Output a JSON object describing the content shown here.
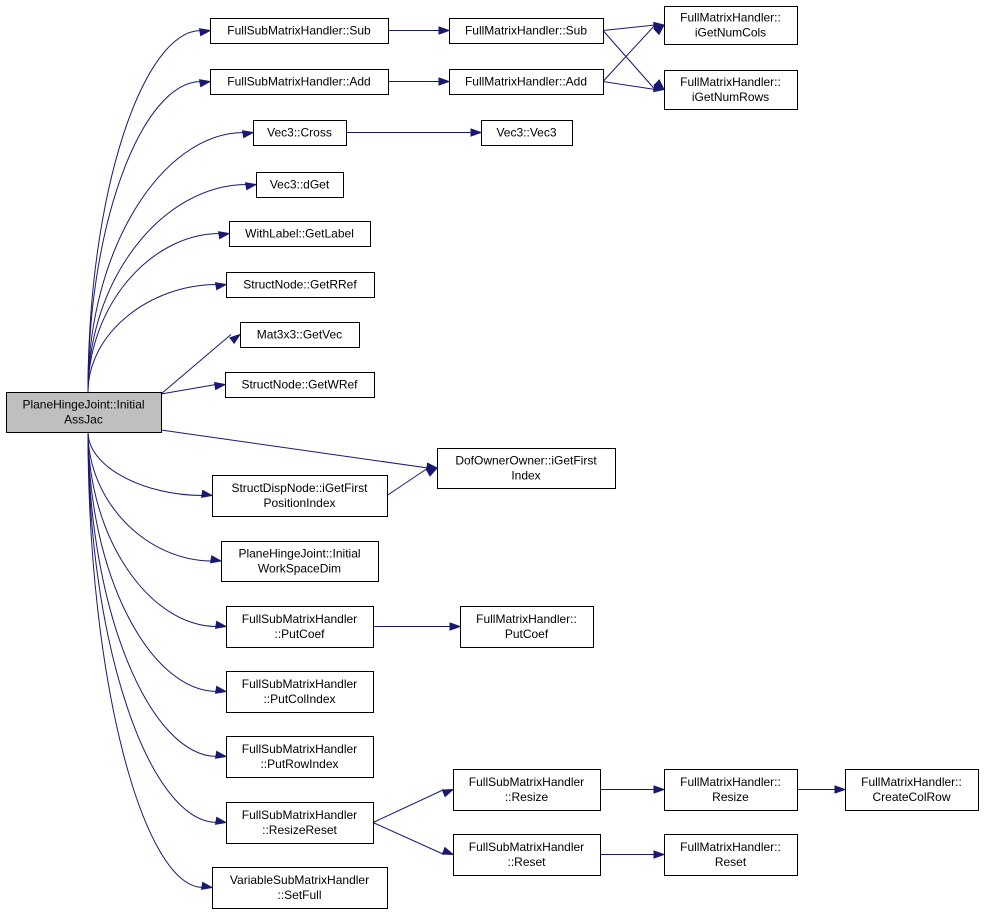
{
  "nodes": [
    {
      "id": "root",
      "lines": [
        "PlaneHingeJoint::Initial",
        "AssJac"
      ]
    },
    {
      "id": "fsub_sub",
      "lines": [
        "FullSubMatrixHandler::Sub"
      ]
    },
    {
      "id": "fsub_add",
      "lines": [
        "FullSubMatrixHandler::Add"
      ]
    },
    {
      "id": "vec3_cross",
      "lines": [
        "Vec3::Cross"
      ]
    },
    {
      "id": "vec3_dget",
      "lines": [
        "Vec3::dGet"
      ]
    },
    {
      "id": "withlabel_getlabel",
      "lines": [
        "WithLabel::GetLabel"
      ]
    },
    {
      "id": "structnode_getrref",
      "lines": [
        "StructNode::GetRRef"
      ]
    },
    {
      "id": "mat3x3_getvec",
      "lines": [
        "Mat3x3::GetVec"
      ]
    },
    {
      "id": "structnode_getwref",
      "lines": [
        "StructNode::GetWRef"
      ]
    },
    {
      "id": "structdispnode_igetfirst",
      "lines": [
        "StructDispNode::iGetFirst",
        "PositionIndex"
      ]
    },
    {
      "id": "planehinge_initialworkspace",
      "lines": [
        "PlaneHingeJoint::Initial",
        "WorkSpaceDim"
      ]
    },
    {
      "id": "fsub_putcoef",
      "lines": [
        "FullSubMatrixHandler",
        "::PutCoef"
      ]
    },
    {
      "id": "fsub_putcolindex",
      "lines": [
        "FullSubMatrixHandler",
        "::PutColIndex"
      ]
    },
    {
      "id": "fsub_putrowindex",
      "lines": [
        "FullSubMatrixHandler",
        "::PutRowIndex"
      ]
    },
    {
      "id": "fsub_resizereset",
      "lines": [
        "FullSubMatrixHandler",
        "::ResizeReset"
      ]
    },
    {
      "id": "varsub_setfull",
      "lines": [
        "VariableSubMatrixHandler",
        "::SetFull"
      ]
    },
    {
      "id": "fmh_sub",
      "lines": [
        "FullMatrixHandler::Sub"
      ]
    },
    {
      "id": "fmh_add",
      "lines": [
        "FullMatrixHandler::Add"
      ]
    },
    {
      "id": "vec3_vec3",
      "lines": [
        "Vec3::Vec3"
      ]
    },
    {
      "id": "dofowner_igetfirst",
      "lines": [
        "DofOwnerOwner::iGetFirst",
        "Index"
      ]
    },
    {
      "id": "fmh_putcoef",
      "lines": [
        "FullMatrixHandler::",
        "PutCoef"
      ]
    },
    {
      "id": "fsub_resize",
      "lines": [
        "FullSubMatrixHandler",
        "::Resize"
      ]
    },
    {
      "id": "fsub_reset",
      "lines": [
        "FullSubMatrixHandler",
        "::Reset"
      ]
    },
    {
      "id": "fmh_igetnumcols",
      "lines": [
        "FullMatrixHandler::",
        "iGetNumCols"
      ]
    },
    {
      "id": "fmh_igetnumrows",
      "lines": [
        "FullMatrixHandler::",
        "iGetNumRows"
      ]
    },
    {
      "id": "fmh_resize",
      "lines": [
        "FullMatrixHandler::",
        "Resize"
      ]
    },
    {
      "id": "fmh_reset",
      "lines": [
        "FullMatrixHandler::",
        "Reset"
      ]
    },
    {
      "id": "fmh_createcolrow",
      "lines": [
        "FullMatrixHandler::",
        "CreateColRow"
      ]
    }
  ],
  "edges": [
    [
      "root",
      "fsub_sub"
    ],
    [
      "root",
      "fsub_add"
    ],
    [
      "root",
      "vec3_cross"
    ],
    [
      "root",
      "vec3_dget"
    ],
    [
      "root",
      "withlabel_getlabel"
    ],
    [
      "root",
      "structnode_getrref"
    ],
    [
      "root",
      "mat3x3_getvec"
    ],
    [
      "root",
      "structnode_getwref"
    ],
    [
      "root",
      "dofowner_igetfirst"
    ],
    [
      "root",
      "structdispnode_igetfirst"
    ],
    [
      "root",
      "planehinge_initialworkspace"
    ],
    [
      "root",
      "fsub_putcoef"
    ],
    [
      "root",
      "fsub_putcolindex"
    ],
    [
      "root",
      "fsub_putrowindex"
    ],
    [
      "root",
      "fsub_resizereset"
    ],
    [
      "root",
      "varsub_setfull"
    ],
    [
      "fsub_sub",
      "fmh_sub"
    ],
    [
      "fsub_add",
      "fmh_add"
    ],
    [
      "fmh_sub",
      "fmh_igetnumcols"
    ],
    [
      "fmh_sub",
      "fmh_igetnumrows"
    ],
    [
      "fmh_add",
      "fmh_igetnumcols"
    ],
    [
      "fmh_add",
      "fmh_igetnumrows"
    ],
    [
      "vec3_cross",
      "vec3_vec3"
    ],
    [
      "structdispnode_igetfirst",
      "dofowner_igetfirst"
    ],
    [
      "fsub_putcoef",
      "fmh_putcoef"
    ],
    [
      "fsub_resizereset",
      "fsub_resize"
    ],
    [
      "fsub_resizereset",
      "fsub_reset"
    ],
    [
      "fsub_resize",
      "fmh_resize"
    ],
    [
      "fsub_reset",
      "fmh_reset"
    ],
    [
      "fmh_resize",
      "fmh_createcolrow"
    ]
  ],
  "colors": {
    "edge": "#191970",
    "root_fill": "#bfbfbf",
    "node_fill": "#ffffff"
  }
}
